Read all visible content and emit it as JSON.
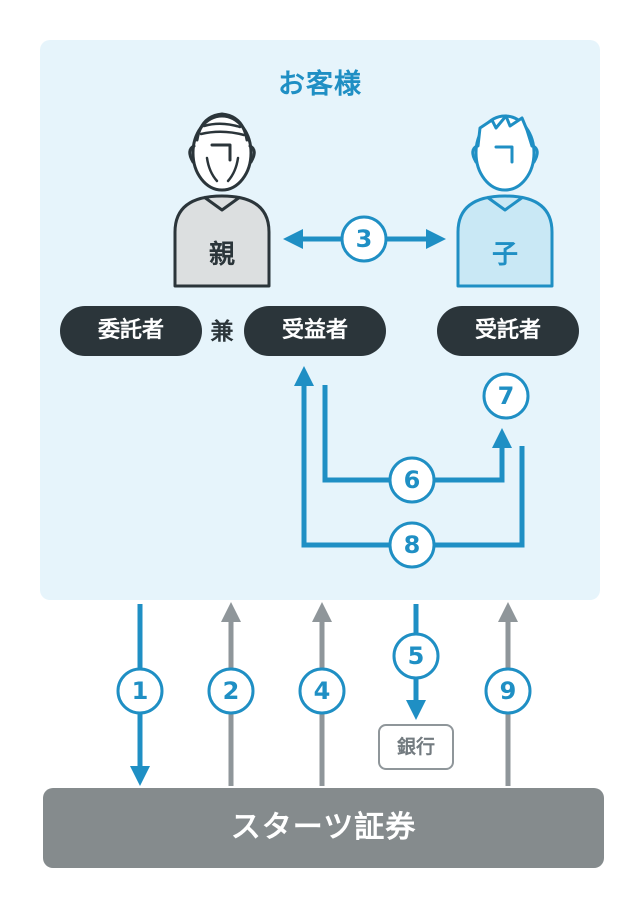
{
  "panel": {
    "title": "お客様"
  },
  "people": {
    "parent": {
      "label": "親"
    },
    "child": {
      "label": "子"
    }
  },
  "roles": {
    "settlor": "委託者",
    "joiner": "兼",
    "beneficiary": "受益者",
    "trustee": "受託者"
  },
  "flows": {
    "n1": "1",
    "n2": "2",
    "n3": "3",
    "n4": "4",
    "n5": "5",
    "n6": "6",
    "n7": "7",
    "n8": "8",
    "n9": "9"
  },
  "bank": {
    "label": "銀行"
  },
  "company": {
    "name": "スターツ証券"
  },
  "colors": {
    "panel_bg": "#e6f4fb",
    "blue": "#1f8fc4",
    "gray_arrow": "#8f969a",
    "pill_bg": "#2b353a",
    "footer_bg": "#858b8d",
    "parent_body": "#dcdfe0",
    "child_body": "#c9e8f5"
  }
}
